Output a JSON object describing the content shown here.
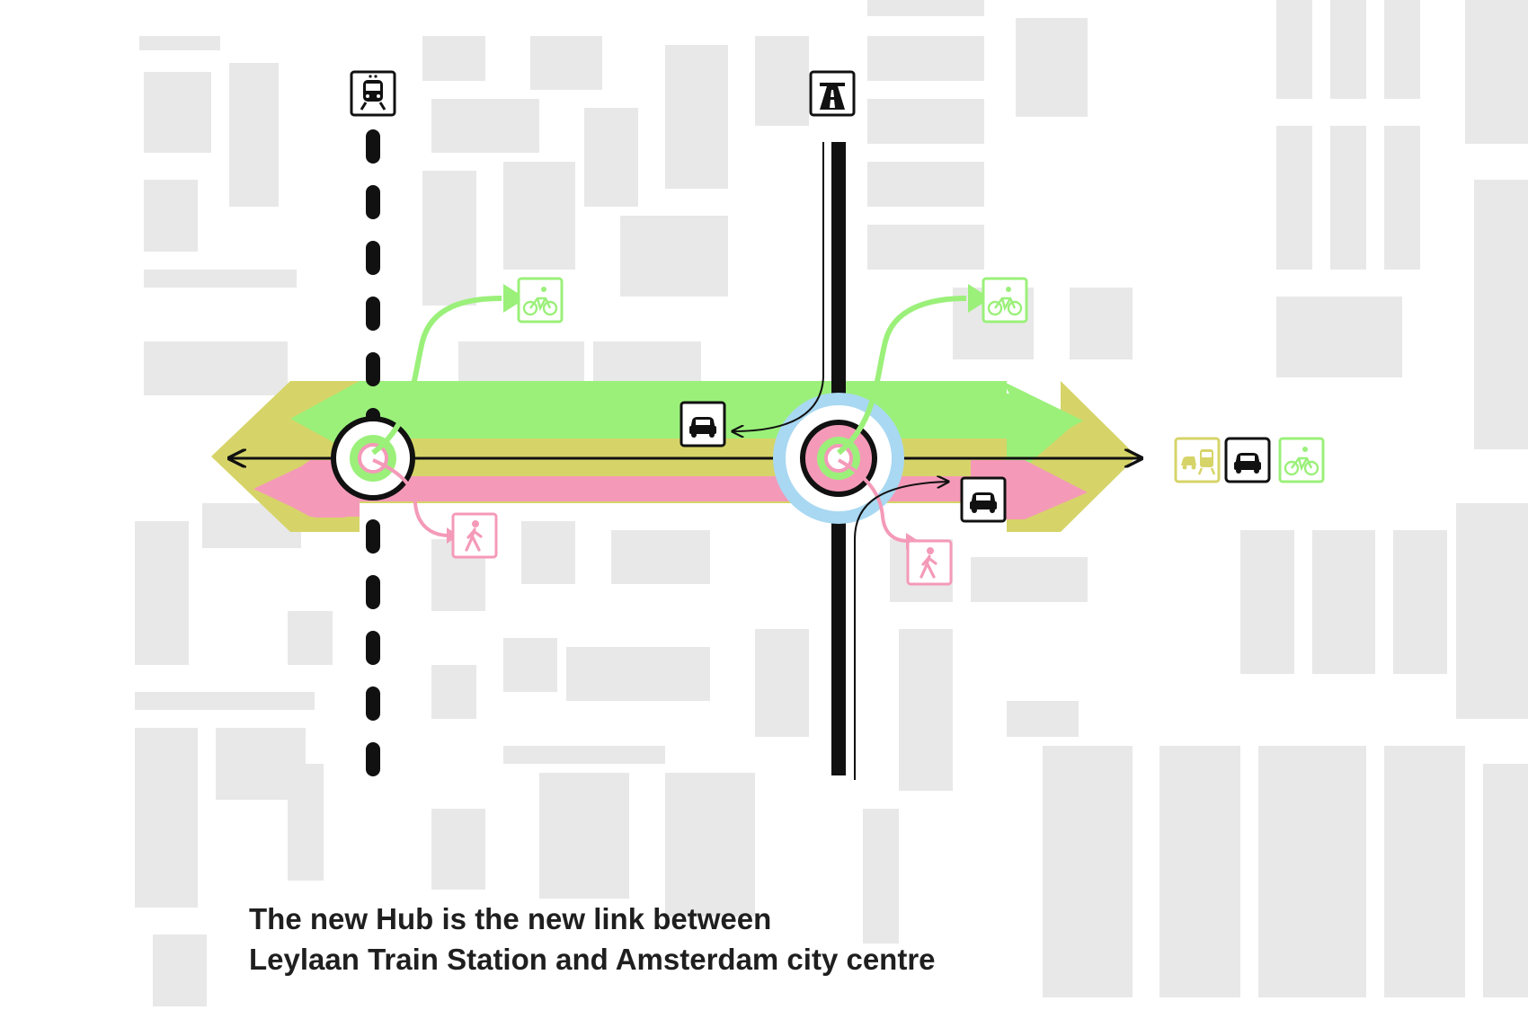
{
  "caption": {
    "line1": "The new Hub is the new link between",
    "line2": "Leylaan Train Station and Amsterdam city centre"
  },
  "colors": {
    "cycling": "#9bf07a",
    "public_transport": "#d6d468",
    "walking": "#f49ab8",
    "car_ring": "#a9d8f2",
    "map_blocks": "#e8e8e8",
    "ink": "#111111"
  },
  "hubs": [
    {
      "name": "train-station-hub",
      "anchor_icon": "train-icon",
      "line_style": "dashed"
    },
    {
      "name": "city-centre-hub",
      "anchor_icon": "motorway-icon",
      "line_style": "solid"
    }
  ],
  "mode_icons": [
    "public-transport-icon",
    "car-icon",
    "bicycle-icon",
    "pedestrian-icon"
  ]
}
